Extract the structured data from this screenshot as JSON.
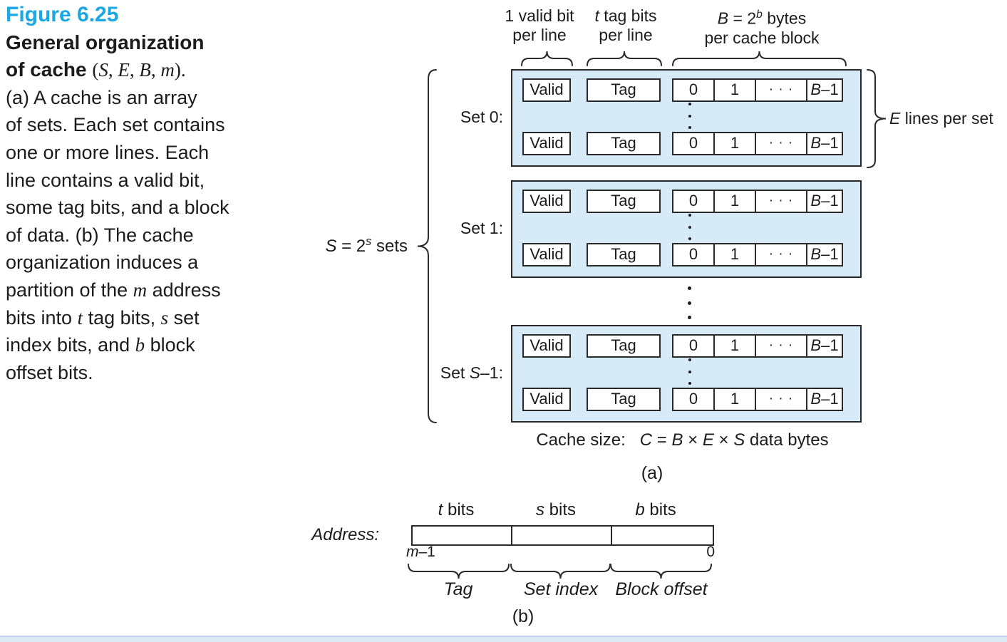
{
  "caption": {
    "lines": [
      {
        "parts": [
          {
            "t": "Figure 6.25",
            "s": "fig"
          }
        ]
      },
      {
        "parts": [
          {
            "t": "General organization",
            "s": "b"
          }
        ]
      },
      {
        "parts": [
          {
            "t": "of cache ",
            "s": "b"
          },
          {
            "t": "(",
            "s": "m"
          },
          {
            "t": "S",
            "s": "mi"
          },
          {
            "t": ", ",
            "s": "m"
          },
          {
            "t": "E",
            "s": "mi"
          },
          {
            "t": ", ",
            "s": "m"
          },
          {
            "t": "B",
            "s": "mi"
          },
          {
            "t": ", ",
            "s": "m"
          },
          {
            "t": "m",
            "s": "mi"
          },
          {
            "t": ").",
            "s": "m"
          }
        ]
      },
      {
        "parts": [
          {
            "t": "(a) A cache is an array"
          }
        ]
      },
      {
        "parts": [
          {
            "t": "of sets. Each set contains"
          }
        ]
      },
      {
        "parts": [
          {
            "t": "one or more lines. Each"
          }
        ]
      },
      {
        "parts": [
          {
            "t": "line contains a valid bit,"
          }
        ]
      },
      {
        "parts": [
          {
            "t": "some tag bits, and a block"
          }
        ]
      },
      {
        "parts": [
          {
            "t": "of data. (b) The cache"
          }
        ]
      },
      {
        "parts": [
          {
            "t": "organization induces a"
          }
        ]
      },
      {
        "parts": [
          {
            "t": "partition of the "
          },
          {
            "t": "m",
            "s": "mi"
          },
          {
            "t": " address"
          }
        ]
      },
      {
        "parts": [
          {
            "t": "bits into "
          },
          {
            "t": "t",
            "s": "mi"
          },
          {
            "t": " tag bits, "
          },
          {
            "t": "s",
            "s": "mi"
          },
          {
            "t": " set"
          }
        ]
      },
      {
        "parts": [
          {
            "t": "index bits, and "
          },
          {
            "t": "b",
            "s": "mi"
          },
          {
            "t": " block"
          }
        ]
      },
      {
        "parts": [
          {
            "t": "offset bits."
          }
        ]
      }
    ]
  },
  "diagram": {
    "column_labels": [
      {
        "lines": [
          [
            {
              "t": "1 valid bit"
            }
          ],
          [
            {
              "t": "per line"
            }
          ]
        ]
      },
      {
        "lines": [
          [
            {
              "t": "t",
              "s": "i"
            },
            {
              "t": " tag bits"
            }
          ],
          [
            {
              "t": "per line"
            }
          ]
        ]
      },
      {
        "lines": [
          [
            {
              "t": "B",
              "s": "i"
            },
            {
              "t": " = 2"
            },
            {
              "t": "b",
              "s": "i",
              "sup": true
            },
            {
              "t": " bytes"
            }
          ],
          [
            {
              "t": "per cache block"
            }
          ]
        ]
      }
    ],
    "left_label": [
      {
        "t": "S",
        "s": "i"
      },
      {
        "t": " = 2"
      },
      {
        "t": "s",
        "s": "i",
        "sup": true
      },
      {
        "t": " sets"
      }
    ],
    "right_label": [
      {
        "t": "E",
        "s": "i"
      },
      {
        "t": " lines per set"
      }
    ],
    "sets": [
      {
        "label": [
          {
            "t": "Set 0:"
          }
        ]
      },
      {
        "label": [
          {
            "t": "Set 1:"
          }
        ]
      },
      {
        "label": [
          {
            "t": "Set "
          },
          {
            "t": "S",
            "s": "i"
          },
          {
            "t": "–1:"
          }
        ]
      }
    ],
    "row": {
      "valid": "Valid",
      "tag": "Tag",
      "cells": [
        [
          {
            "t": "0"
          }
        ],
        [
          {
            "t": "1"
          }
        ],
        [
          {
            "t": "· · ·"
          }
        ],
        [
          {
            "t": "B",
            "s": "i"
          },
          {
            "t": "–1"
          }
        ]
      ]
    },
    "cache_size": [
      {
        "t": "Cache size:   "
      },
      {
        "t": "C",
        "s": "i"
      },
      {
        "t": " = "
      },
      {
        "t": "B",
        "s": "i"
      },
      {
        "t": " × "
      },
      {
        "t": "E",
        "s": "i"
      },
      {
        "t": " × "
      },
      {
        "t": "S",
        "s": "i"
      },
      {
        "t": " data bytes"
      }
    ],
    "part_label": "(a)"
  },
  "address": {
    "label": [
      {
        "t": "Address:",
        "s": "i"
      }
    ],
    "field_labels": [
      [
        {
          "t": "t",
          "s": "i"
        },
        {
          "t": " bits"
        }
      ],
      [
        {
          "t": "s",
          "s": "i"
        },
        {
          "t": " bits"
        }
      ],
      [
        {
          "t": "b",
          "s": "i"
        },
        {
          "t": " bits"
        }
      ]
    ],
    "bit_high": [
      {
        "t": "m",
        "s": "i"
      },
      {
        "t": "–1"
      }
    ],
    "bit_low": "0",
    "segment_labels": [
      [
        {
          "t": "Tag",
          "s": "i"
        }
      ],
      [
        {
          "t": "Set index",
          "s": "i"
        }
      ],
      [
        {
          "t": "Block offset",
          "s": "i"
        }
      ]
    ],
    "part_label": "(b)"
  },
  "colors": {
    "figure_title": "#1ba7e3",
    "set_fill": "#d6eaf7",
    "line": "#2a2a2a",
    "footer_band": "#dfeaf7"
  }
}
